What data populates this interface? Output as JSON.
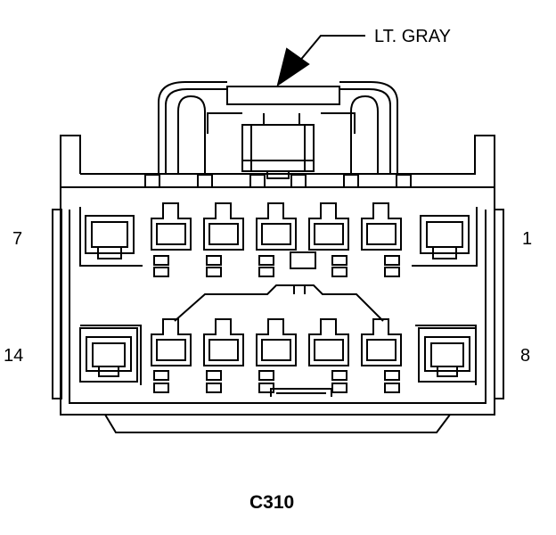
{
  "color_label": "LT. GRAY",
  "connector_id": "C310",
  "pin_labels": {
    "top_left": "7",
    "top_right": "1",
    "bottom_left": "14",
    "bottom_right": "8"
  },
  "colors": {
    "line": "#000000",
    "background": "#ffffff"
  }
}
